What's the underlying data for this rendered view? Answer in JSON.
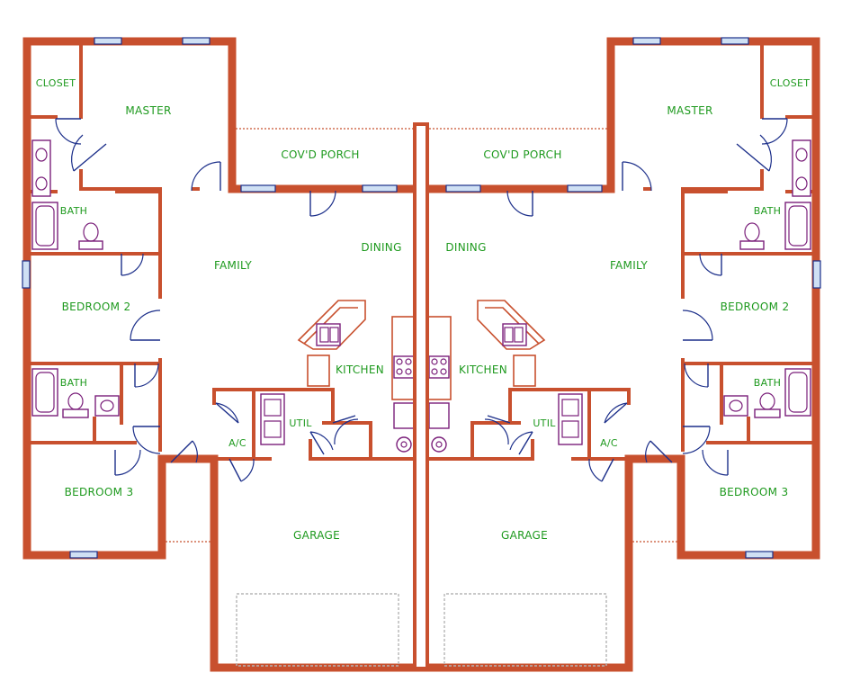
{
  "rooms": {
    "closet": "CLOSET",
    "master": "MASTER",
    "porch": "COV'D PORCH",
    "bath": "BATH",
    "family": "FAMILY",
    "dining": "DINING",
    "bedroom2": "BEDROOM 2",
    "kitchen": "KITCHEN",
    "util": "UTIL",
    "ac": "A/C",
    "bedroom3": "BEDROOM 3",
    "garage": "GARAGE"
  },
  "colors": {
    "wall": "#c8502e",
    "label": "#1f9a1f",
    "door": "#1c2f8a",
    "fixture": "#7a1f7a",
    "window": "#cfe0f4"
  }
}
